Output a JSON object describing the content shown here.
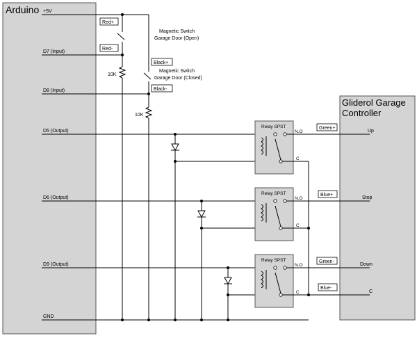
{
  "arduino": {
    "title": "Arduino",
    "pins": {
      "v5": "+5V",
      "d7": "D7 (Input)",
      "d8": "D8 (Input)",
      "d5": "D5 (Output)",
      "d6": "D6 (Output)",
      "d9": "D9 (Output)",
      "gnd": "GND"
    }
  },
  "controller": {
    "title_line1": "Gliderol Garage",
    "title_line2": "Controller",
    "terminals": {
      "up": "Up",
      "stop": "Stop",
      "down": "Down",
      "c": "C"
    }
  },
  "switches": {
    "open_line1": "Magnetic Switch",
    "open_line2": "Garage Door (Open)",
    "closed_line1": "Magnetic Switch",
    "closed_line2": "Garage Door (Closed)"
  },
  "resistors": {
    "r1": "10K",
    "r2": "10K"
  },
  "relays": {
    "relay1": {
      "title": "Relay SPST",
      "no": "N.O",
      "c": "C"
    },
    "relay2": {
      "title": "Relay SPST",
      "no": "N.O",
      "c": "C"
    },
    "relay3": {
      "title": "Relay SPST",
      "no": "N.O",
      "c": "C"
    }
  },
  "wire_tags": {
    "red_plus": "Red+",
    "red_minus": "Red-",
    "black_plus": "Black+",
    "black_minus": "Black-",
    "green_plus": "Green+",
    "blue_plus": "Blue+",
    "green_minus": "Green-",
    "blue_minus": "Blue-"
  },
  "colors": {
    "red": "#c00000",
    "green": "#00a050",
    "blue": "#1f5fbf",
    "block_fill": "#d4d4d4"
  }
}
